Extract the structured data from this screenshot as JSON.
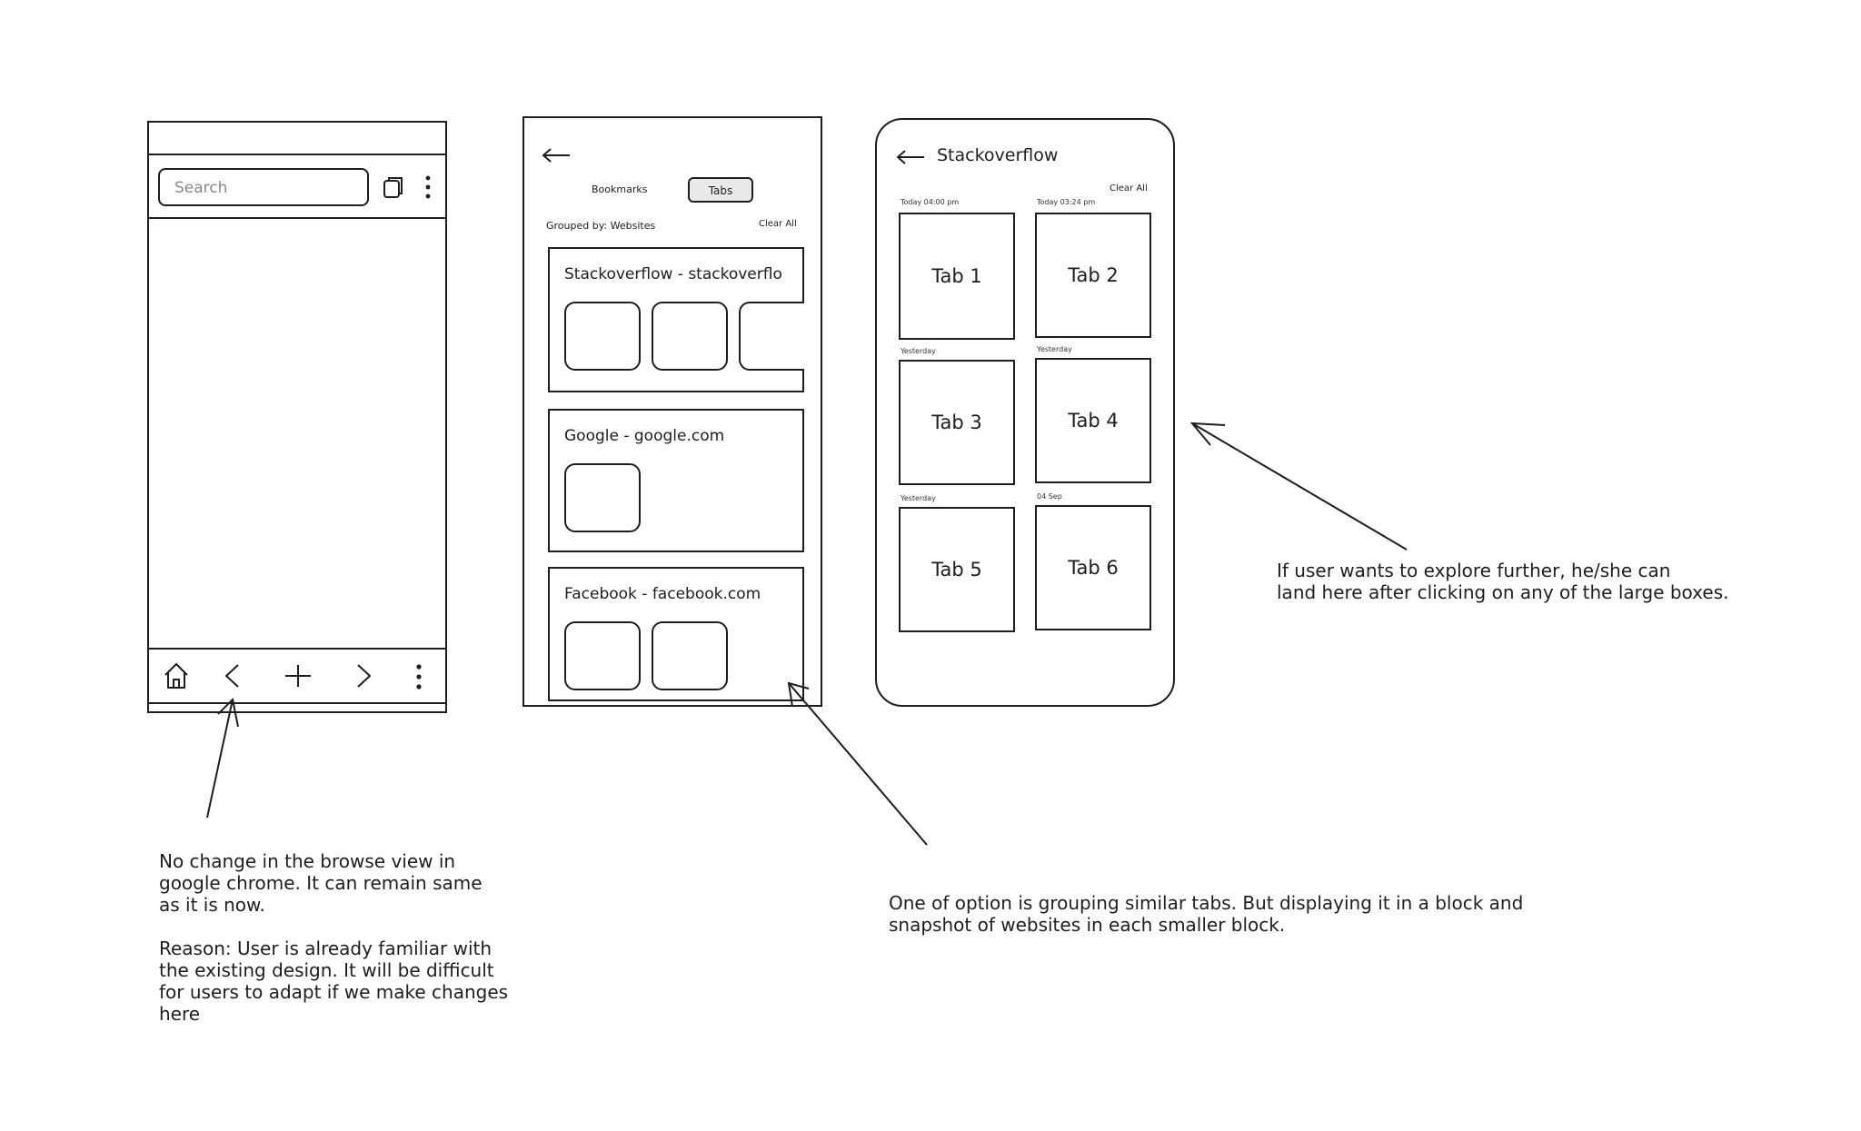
{
  "browse_view": {
    "search_placeholder": "Search",
    "nav_icons": [
      "home-icon",
      "back-icon",
      "plus-icon",
      "forward-icon",
      "menu-dots-icon"
    ]
  },
  "grouped_view": {
    "tab_bookmarks": "Bookmarks",
    "tab_tabs": "Tabs",
    "grouped_by": "Grouped by: Websites",
    "clear_all": "Clear All",
    "groups": [
      {
        "title": "Stackoverflow - stackoverflo",
        "thumbs": 3
      },
      {
        "title": "Google - google.com",
        "thumbs": 1
      },
      {
        "title": "Facebook - facebook.com",
        "thumbs": 2
      }
    ]
  },
  "detail_view": {
    "title": "Stackoverflow",
    "clear_all": "Clear All",
    "tabs": [
      {
        "label": "Tab 1",
        "time": "Today 04:00 pm"
      },
      {
        "label": "Tab 2",
        "time": "Today 03:24 pm"
      },
      {
        "label": "Tab 3",
        "time": "Yesterday"
      },
      {
        "label": "Tab 4",
        "time": "Yesterday"
      },
      {
        "label": "Tab 5",
        "time": "Yesterday"
      },
      {
        "label": "Tab 6",
        "time": "04 Sep"
      }
    ]
  },
  "notes": {
    "browse": "No change in the browse view in\ngoogle chrome. It can remain same\nas it is now.\n\nReason: User is already familiar with\nthe existing design. It will be difficult\nfor users to adapt if we make changes\nhere",
    "grouping": "One of option is grouping similar tabs. But displaying it in a block and\nsnapshot of websites in each smaller block.",
    "explore": "If user wants to explore further, he/she can\nland here after clicking on any of the large boxes."
  }
}
